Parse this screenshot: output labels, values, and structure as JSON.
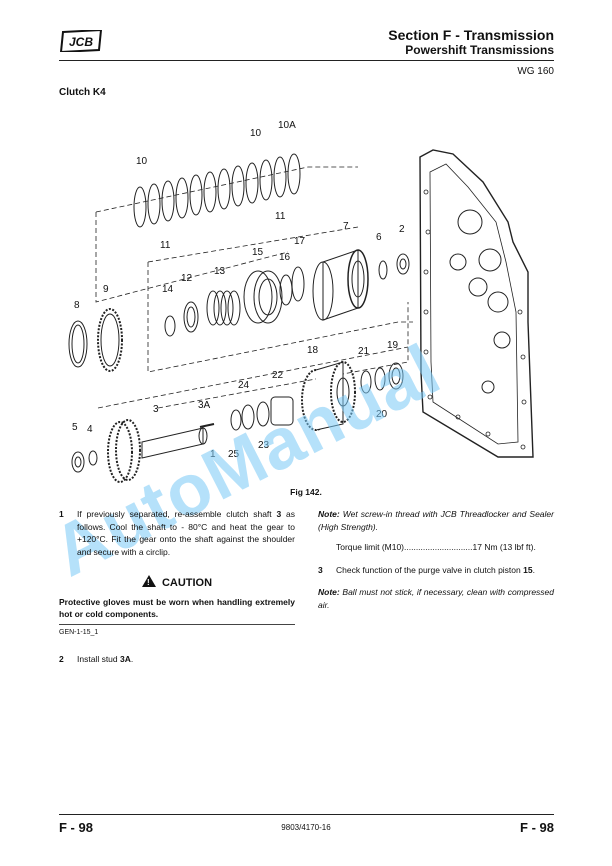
{
  "header": {
    "logo_text": "JCB",
    "section_title": "Section F - Transmission",
    "subtitle": "Powershift Transmissions",
    "model": "WG 160"
  },
  "heading": "Clutch K4",
  "figure": {
    "caption": "Fig 142.",
    "callouts": [
      "10A",
      "10",
      "10",
      "11",
      "11",
      "7",
      "2",
      "6",
      "17",
      "15",
      "16",
      "13",
      "12",
      "14",
      "9",
      "8",
      "18",
      "21",
      "19",
      "22",
      "24",
      "20",
      "3A",
      "3",
      "5",
      "4",
      "1",
      "25",
      "23"
    ]
  },
  "watermark": "AutoManual",
  "left_column": {
    "step1_num": "1",
    "step1_prefix": "If previously separated, re-assemble clutch shaft ",
    "step1_bold1": "3",
    "step1_mid": " as follows. Cool the shaft to - 80°C and heat the gear to +120°C. Fit the gear onto the shaft against the shoulder and secure with a circlip.",
    "caution_title": "CAUTION",
    "caution_text": "Protective gloves must be worn when handling extremely hot or cold components.",
    "caution_ref": "GEN-1-15_1",
    "step2_num": "2",
    "step2_prefix": "Install stud ",
    "step2_bold": "3A",
    "step2_suffix": "."
  },
  "right_column": {
    "note1_label": "Note:",
    "note1_text": " Wet screw-in thread with JCB Threadlocker and Sealer (High Strength).",
    "torque": "Torque limit (M10).............................17 Nm (13 lbf ft).",
    "step3_num": "3",
    "step3_prefix": "Check function of the purge valve in clutch piston ",
    "step3_bold": "15",
    "step3_suffix": ".",
    "note2_label": "Note:",
    "note2_text": " Ball must not stick, if necessary, clean with compressed air."
  },
  "footer": {
    "left": "F - 98",
    "center": "9803/4170-16",
    "right": "F - 98"
  }
}
